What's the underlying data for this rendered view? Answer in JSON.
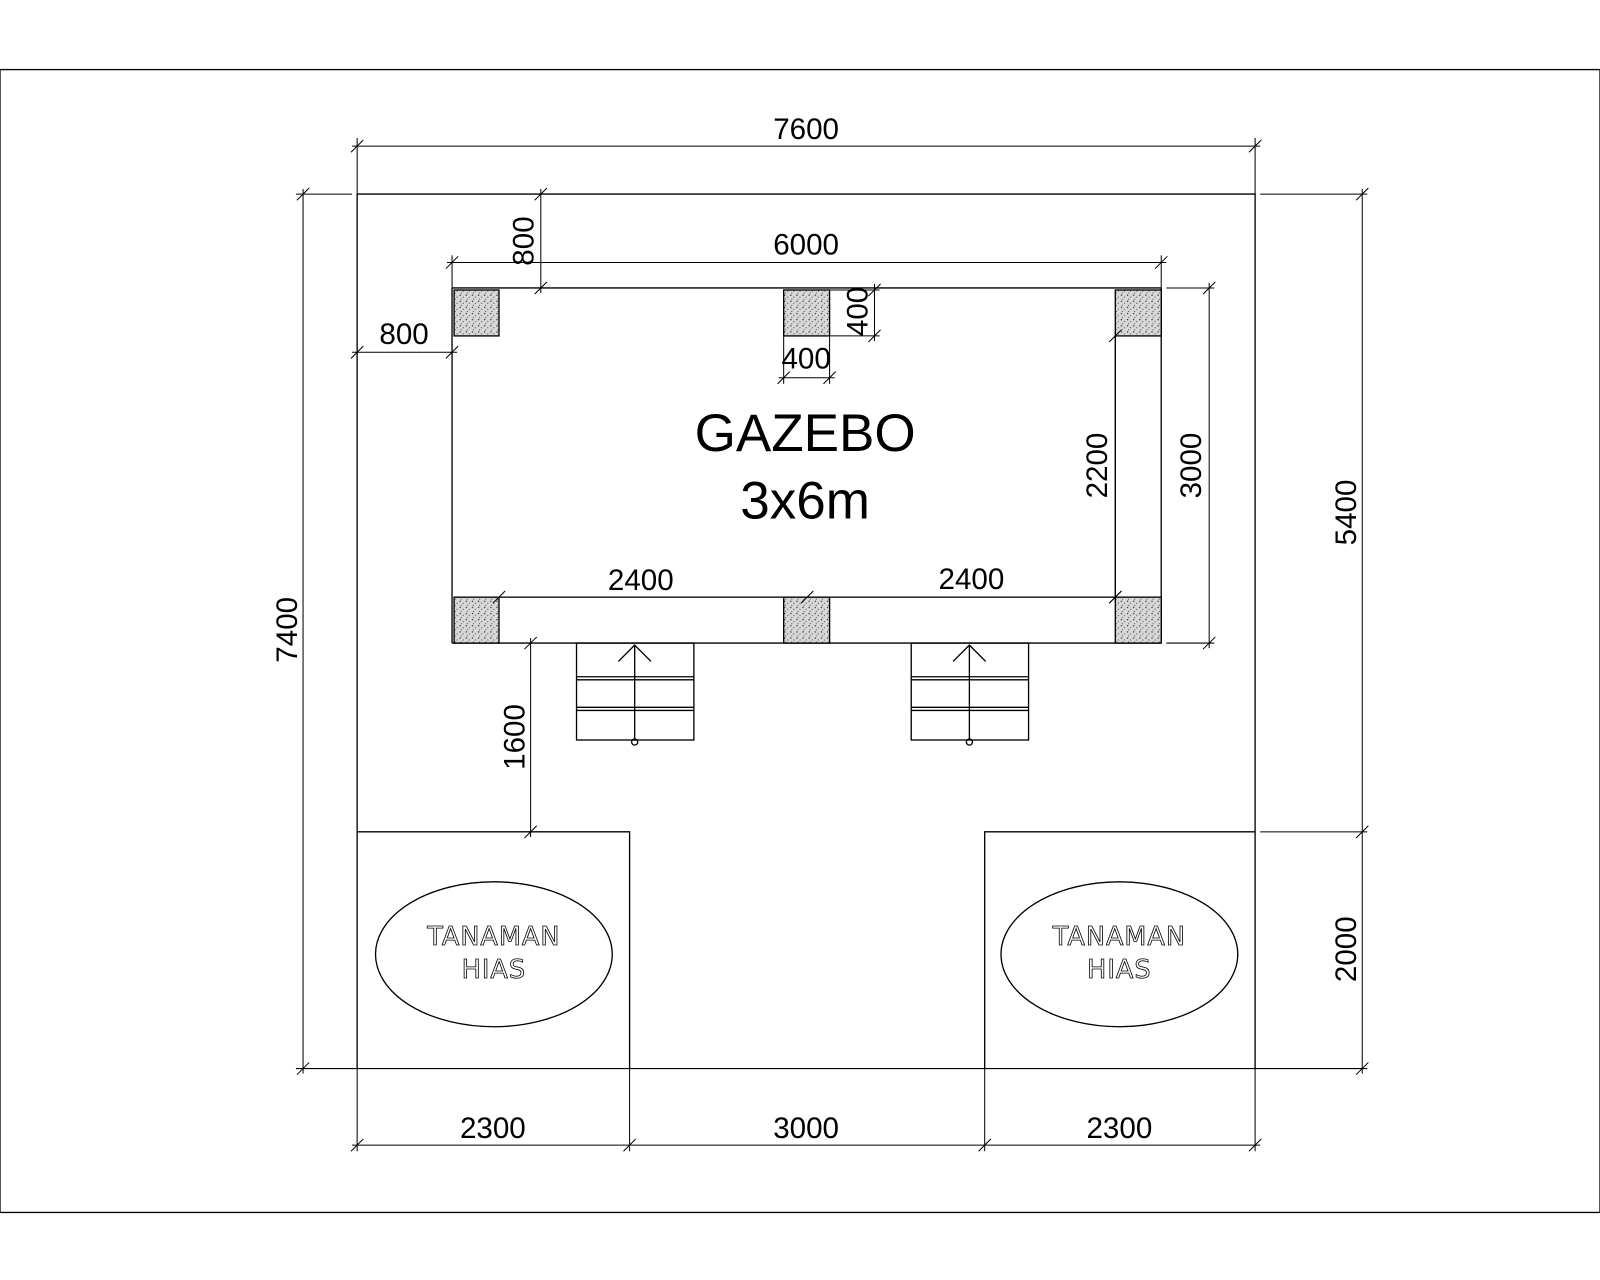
{
  "title": {
    "line1": "GAZEBO",
    "line2": "3x6m"
  },
  "planters": [
    {
      "line1": "TANAMAN",
      "line2": "HIAS"
    },
    {
      "line1": "TANAMAN",
      "line2": "HIAS"
    }
  ],
  "dimensions": {
    "total_width": "7600",
    "total_height": "7400",
    "gazebo_length": "6000",
    "top_offset": "800",
    "left_offset": "800",
    "column_width": "400",
    "column_depth": "400",
    "bay_left": "2400",
    "bay_right": "2400",
    "inner_span": "2200",
    "gazebo_width": "3000",
    "upper_area_height": "5400",
    "planter_height": "2000",
    "stair_offset": "1600",
    "bottom_left": "2300",
    "bottom_middle": "3000",
    "bottom_right": "2300"
  }
}
